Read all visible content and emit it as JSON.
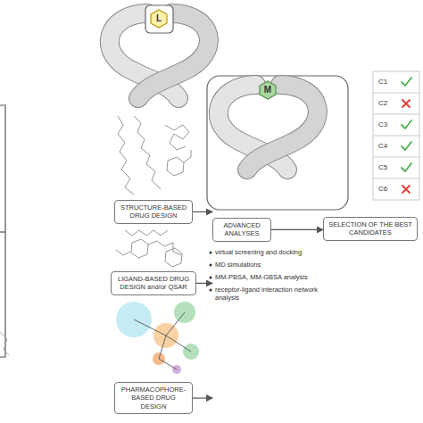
{
  "diagram": {
    "nodes": [
      {
        "text": [
          "L"
        ]
      },
      {
        "text": [
          "STRUCTURE-BASED DRUG DESIGN"
        ]
      },
      {
        "text": [
          "LIGAND-BASED DRUG DESIGN and/or QSAR"
        ]
      },
      {
        "text": [
          "PHARMACOPHORE-BASED DRUG DESIGN"
        ]
      },
      {
        "text": [
          "M"
        ]
      },
      {
        "text": [
          "ADVANCED ANALYSES"
        ]
      },
      {
        "text": [
          "SELECTION OF THE BEST CANDIDATES"
        ]
      }
    ],
    "edges": [
      {
        "from": 1,
        "to": 5,
        "arrow": "to"
      },
      {
        "from": 2,
        "to": 5,
        "arrow": "to"
      },
      {
        "from": 3,
        "to": 5,
        "arrow": "to"
      },
      {
        "from": 5,
        "to": 6,
        "arrow": "to"
      }
    ],
    "labels": [
      "virtual screening and docking",
      "MD simulations",
      "MM-PBSA, MM-GBSA analysis",
      "receptor-ligand interaction network analysis",
      "C1",
      "C2",
      "C3",
      "C4",
      "C5",
      "C6"
    ]
  }
}
